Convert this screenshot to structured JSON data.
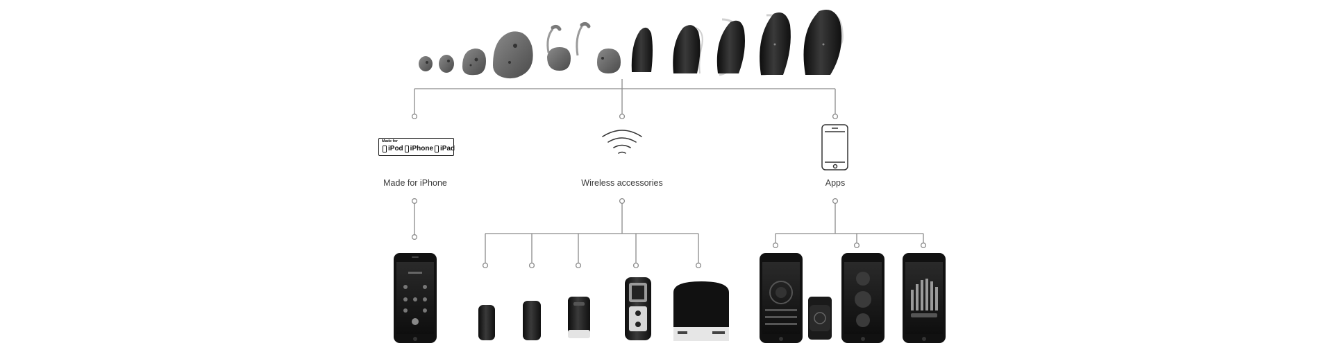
{
  "categories": [
    {
      "id": "mfi",
      "label": "Made for iPhone"
    },
    {
      "id": "wireless",
      "label": "Wireless accessories"
    },
    {
      "id": "apps",
      "label": "Apps"
    }
  ],
  "mfi_badge": {
    "heading": "Made for",
    "devices": [
      "iPod",
      "iPhone",
      "iPad"
    ]
  },
  "colors": {
    "line": "#8a8a8a",
    "device": "#1a1a1a",
    "device_grey": "#6e6e6e",
    "text": "#3a3a3a"
  }
}
